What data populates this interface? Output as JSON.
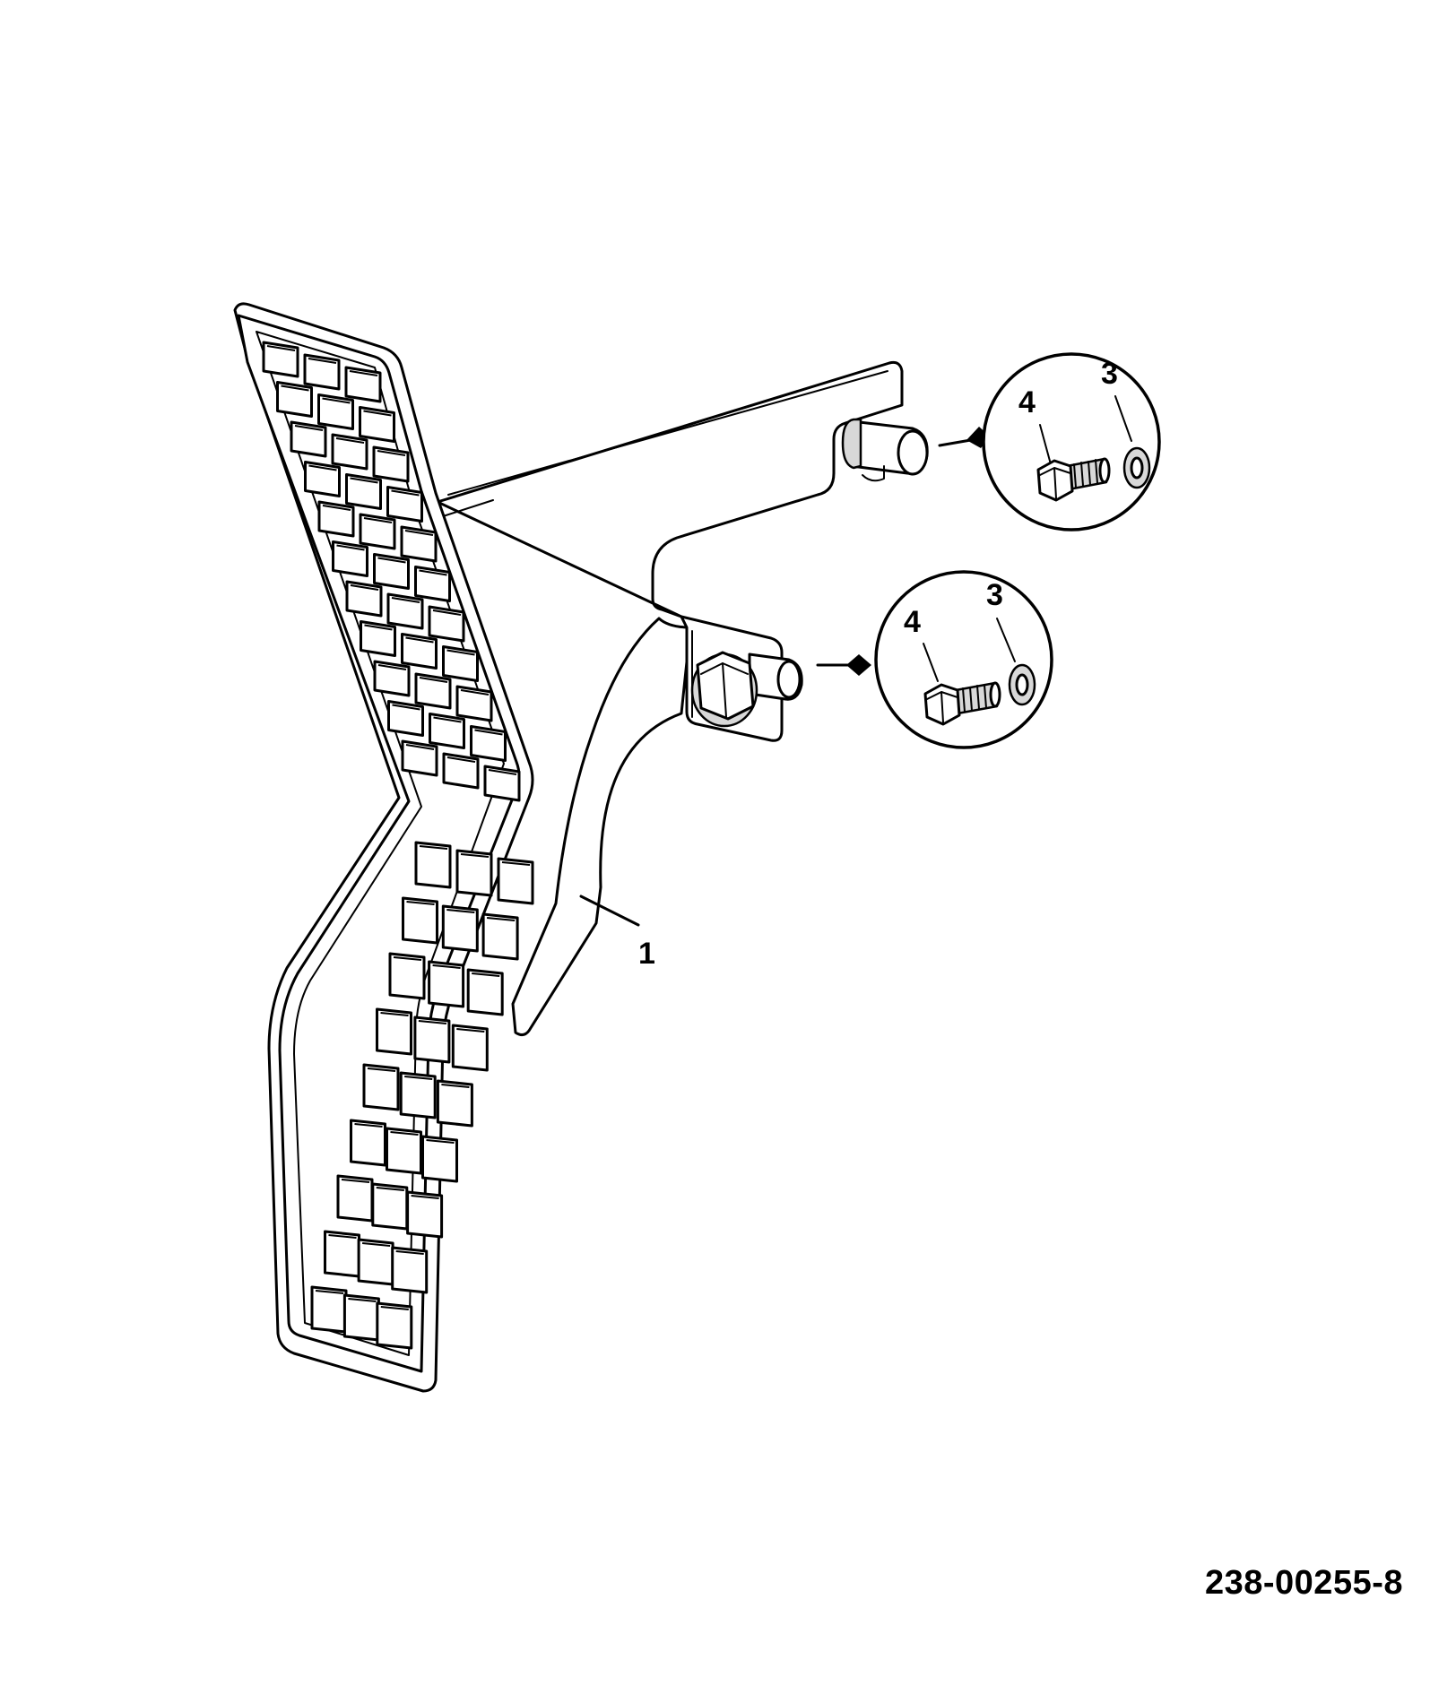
{
  "callouts": {
    "pedal": "1",
    "upper_washer": "3",
    "upper_bolt": "4",
    "lower_washer": "3",
    "lower_bolt": "4"
  },
  "drawing_number": "238-00255-8"
}
